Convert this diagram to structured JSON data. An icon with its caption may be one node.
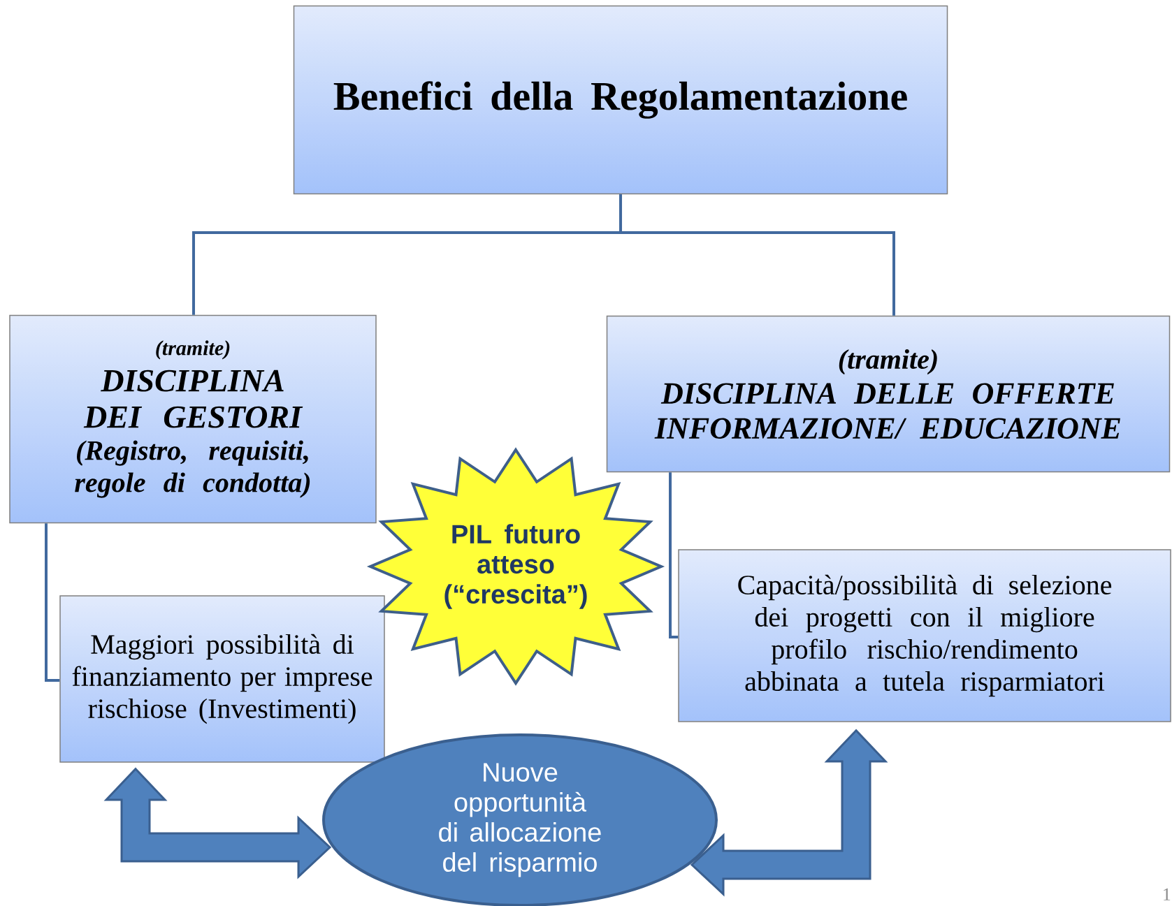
{
  "diagram": {
    "nodes": [
      {
        "text": [
          "Benefici della Regolamentazione"
        ]
      },
      {
        "text": [
          "(tramite)",
          "DISCIPLINA DEI GESTORI",
          "(Registro, requisiti, regole di condotta)"
        ]
      },
      {
        "text": [
          "(tramite)",
          "DISCIPLINA DELLE OFFERTE",
          "INFORMAZIONE/ EDUCAZIONE"
        ]
      },
      {
        "text": [
          "Maggiori possibilità di finanziamento per imprese rischiose (Investimenti)"
        ]
      },
      {
        "text": [
          "PIL futuro atteso (“crescita”)"
        ]
      },
      {
        "text": [
          "Capacità/possibilità di selezione dei progetti con il migliore profilo rischio/rendimento abbinata a tutela risparmiatori"
        ]
      },
      {
        "text": [
          "Nuove opportunità di allocazione del risparmio"
        ]
      }
    ],
    "edges": [
      {
        "from": 0,
        "to": 1,
        "arrow": "none"
      },
      {
        "from": 0,
        "to": 2,
        "arrow": "none"
      },
      {
        "from": 1,
        "to": 3,
        "arrow": "none"
      },
      {
        "from": 2,
        "to": 5,
        "arrow": "none"
      },
      {
        "from": 3,
        "to": 6,
        "arrow": "both",
        "style": "thick"
      },
      {
        "from": 5,
        "to": 6,
        "arrow": "both",
        "style": "thick"
      }
    ],
    "labels": [
      "1"
    ]
  }
}
